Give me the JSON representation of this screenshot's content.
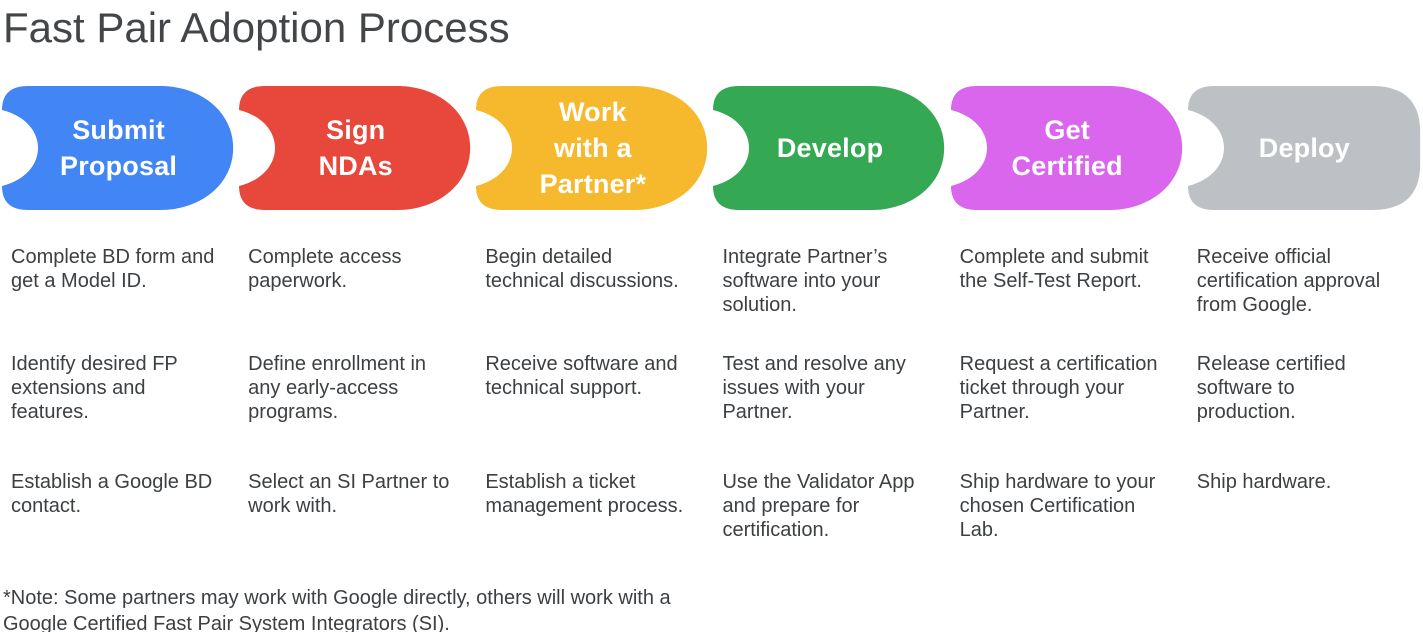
{
  "title": "Fast Pair Adoption Process",
  "stages": [
    {
      "name": "Submit Proposal",
      "label": "Submit\nProposal",
      "color": "#4285F4",
      "items": [
        "Complete BD form and\nget a Model ID.",
        "Identify desired FP\nextensions and\nfeatures.",
        "Establish a Google BD\ncontact."
      ]
    },
    {
      "name": "Sign NDAs",
      "label": "Sign\nNDAs",
      "color": "#E8473B",
      "items": [
        "Complete access\npaperwork.",
        "Define enrollment in\nany early-access\nprograms.",
        "Select an SI Partner to\nwork with."
      ]
    },
    {
      "name": "Work with a Partner*",
      "label": "Work\nwith a\nPartner*",
      "color": "#F6B82D",
      "items": [
        "Begin detailed\ntechnical discussions.",
        "Receive software and\ntechnical support.",
        "Establish a ticket\nmanagement process."
      ]
    },
    {
      "name": "Develop",
      "label": "Develop",
      "color": "#34A853",
      "items": [
        "Integrate Partner’s\nsoftware into your\nsolution.",
        "Test and resolve any\nissues with your\nPartner.",
        "Use the Validator App\nand prepare for\ncertification."
      ]
    },
    {
      "name": "Get Certified",
      "label": "Get\nCertified",
      "color": "#D966EC",
      "items": [
        "Complete and submit\nthe Self-Test Report.",
        "Request a certification\nticket through your\nPartner.",
        "Ship hardware to your\nchosen Certification\nLab."
      ]
    },
    {
      "name": "Deploy",
      "label": "Deploy",
      "color": "#BDC1C6",
      "items": [
        "Receive official\ncertification approval\nfrom Google.",
        "Release certified\nsoftware to\nproduction.",
        "Ship hardware."
      ]
    }
  ],
  "footnote": "*Note: Some partners may work with Google directly, others will work with a\nGoogle Certified Fast Pair System Integrators (SI)."
}
